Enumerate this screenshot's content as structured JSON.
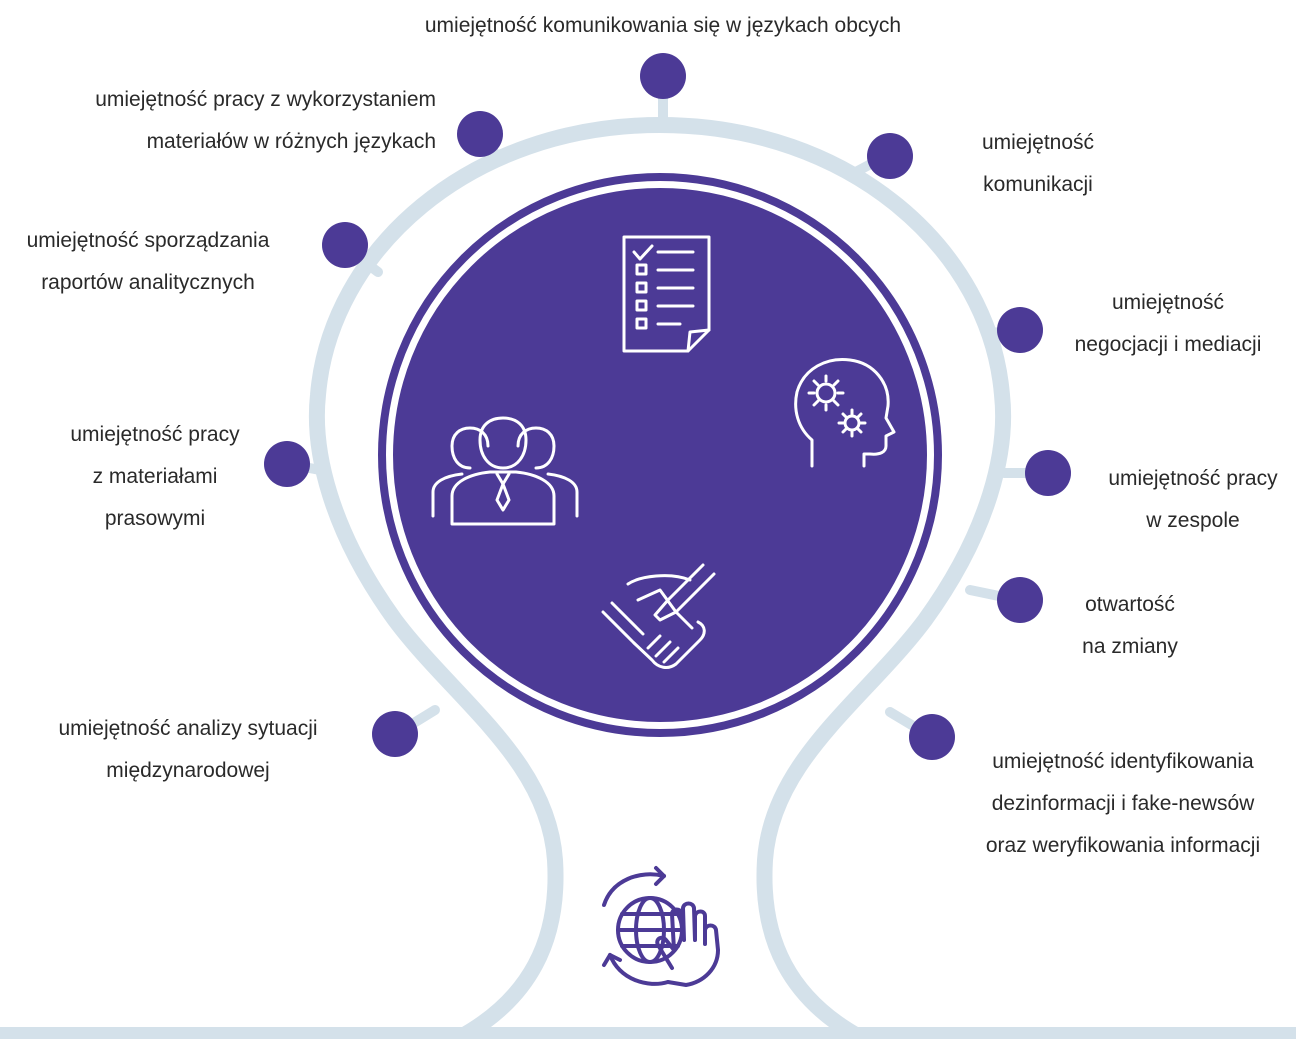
{
  "colors": {
    "accent": "#4c3a96",
    "track": "#d4e1ea",
    "text": "#2a2a2a",
    "icon": "#ffffff"
  },
  "center_icons": [
    "checklist-document-icon",
    "head-gears-icon",
    "team-people-icon",
    "handshake-icon"
  ],
  "bottom_icon": "globe-hand-icon",
  "skills": [
    {
      "id": "foreign-languages",
      "lines": [
        "umiejętność komunikowania się w językach obcych"
      ]
    },
    {
      "id": "multilingual-materials",
      "lines": [
        "umiejętność pracy z wykorzystaniem",
        "materiałów w różnych językach"
      ]
    },
    {
      "id": "communication",
      "lines": [
        "umiejętność",
        "komunikacji"
      ]
    },
    {
      "id": "analytical-reports",
      "lines": [
        "umiejętność sporządzania",
        "raportów analitycznych"
      ]
    },
    {
      "id": "negotiation",
      "lines": [
        "umiejętność",
        "negocjacji i mediacji"
      ]
    },
    {
      "id": "press-materials",
      "lines": [
        "umiejętność pracy",
        "z materiałami",
        "prasowymi"
      ]
    },
    {
      "id": "teamwork",
      "lines": [
        "umiejętność pracy",
        "w zespole"
      ]
    },
    {
      "id": "openness",
      "lines": [
        "otwartość",
        "na zmiany"
      ]
    },
    {
      "id": "international-analysis",
      "lines": [
        "umiejętność analizy sytuacji",
        "międzynarodowej"
      ]
    },
    {
      "id": "disinformation",
      "lines": [
        "umiejętność identyfikowania",
        "dezinformacji i fake-newsów",
        "oraz weryfikowania informacji"
      ]
    }
  ]
}
